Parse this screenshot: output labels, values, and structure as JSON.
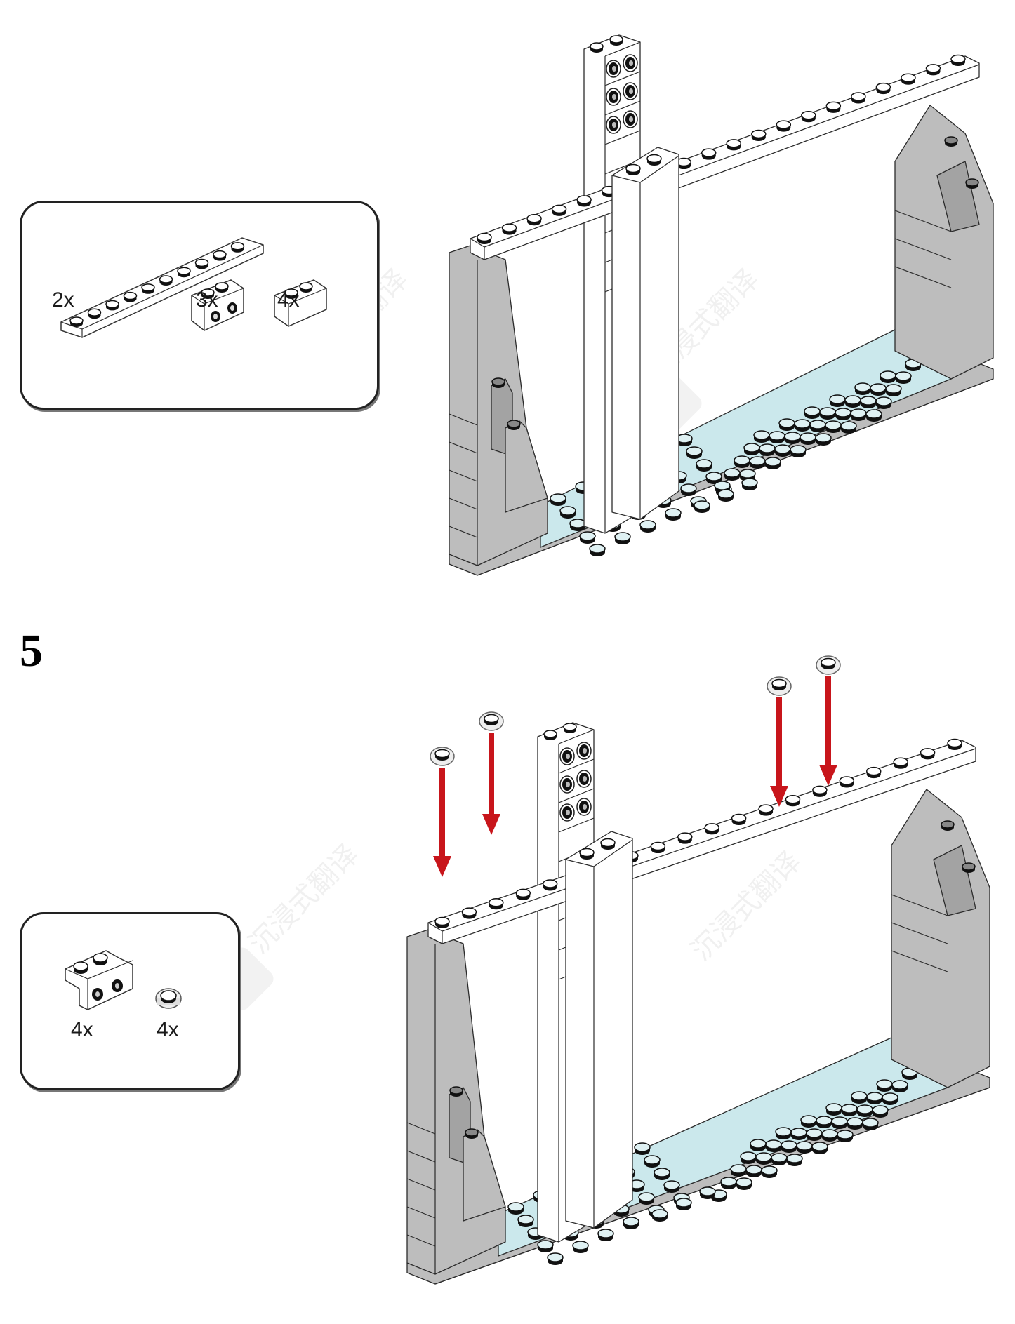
{
  "page": {
    "type": "building-instructions",
    "step_number": "5",
    "watermark_text": "沉浸式翻译"
  },
  "colors": {
    "outline": "#2b2b2b",
    "white_brick": "#ffffff",
    "gray_brick": "#bdbdbd",
    "gray_brick_dark": "#a3a3a3",
    "trans_blue_plate": "#cbe8ec",
    "stud_dark": "#111111",
    "arrow_red": "#c8151b"
  },
  "step4": {
    "parts": [
      {
        "name": "plate-1x10",
        "color": "white",
        "quantity": "2x",
        "studs": 10
      },
      {
        "name": "brick-1x2-with-holes",
        "color": "white",
        "quantity": "3x",
        "studs": 2
      },
      {
        "name": "brick-1x2",
        "color": "white",
        "quantity": "4x",
        "studs": 2
      }
    ]
  },
  "step5": {
    "label": "5",
    "parts": [
      {
        "name": "bracket-1x2-2x2",
        "color": "white",
        "quantity": "4x"
      },
      {
        "name": "round-plate-1x1",
        "color": "trans-clear",
        "quantity": "4x"
      }
    ],
    "arrows": 4
  }
}
